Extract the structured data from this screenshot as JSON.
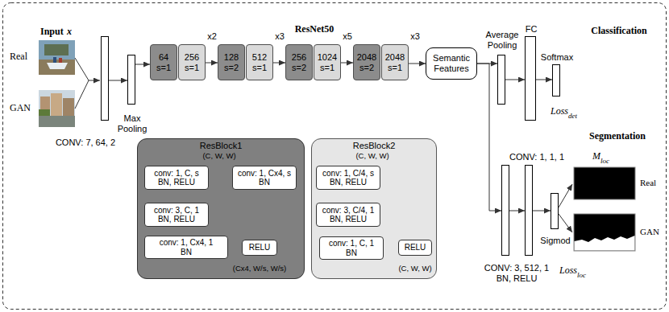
{
  "diagram": {
    "nodes": [
      {
        "text": [
          "CONV: 7, 64, 2"
        ]
      },
      {
        "text": [
          "Max Pooling"
        ]
      },
      {
        "text": [
          "64",
          "s=1"
        ]
      },
      {
        "text": [
          "256",
          "s=1"
        ]
      },
      {
        "text": [
          "128",
          "s=2"
        ]
      },
      {
        "text": [
          "512",
          "s=1"
        ]
      },
      {
        "text": [
          "256",
          "s=2"
        ]
      },
      {
        "text": [
          "1024",
          "s=1"
        ]
      },
      {
        "text": [
          "2048",
          "s=2"
        ]
      },
      {
        "text": [
          "2048",
          "s=1"
        ]
      },
      {
        "text": [
          "Semantic Features"
        ]
      },
      {
        "text": [
          "Average Pooling"
        ]
      },
      {
        "text": [
          "FC"
        ]
      },
      {
        "text": [
          "Softmax"
        ]
      },
      {
        "text": [
          "CONV: 3, 512, 1 BN, RELU"
        ]
      },
      {
        "text": [
          "CONV: 1, 1, 1"
        ]
      },
      {
        "text": [
          "Sigmod"
        ]
      },
      {
        "text": [
          "ResBlock1"
        ]
      },
      {
        "text": [
          "conv: 1, C, s BN, RELU"
        ],
        "in": 17
      },
      {
        "text": [
          "conv: 1, Cx4, s BN"
        ],
        "in": 17
      },
      {
        "text": [
          "conv: 3, C, 1 BN, RELU"
        ],
        "in": 17
      },
      {
        "text": [
          "conv: 1, Cx4, 1 BN"
        ],
        "in": 17
      },
      {
        "text": [
          "RELU"
        ],
        "in": 17
      },
      {
        "text": [
          "ResBlock2"
        ]
      },
      {
        "text": [
          "conv: 1, C/4, s BN, RELU"
        ],
        "in": 23
      },
      {
        "text": [
          "conv: 3, C/4, 1 BN, RELU"
        ],
        "in": 23
      },
      {
        "text": [
          "conv: 1, C, 1 BN"
        ],
        "in": 23
      },
      {
        "text": [
          "RELU"
        ],
        "in": 23
      }
    ],
    "edges": [
      {
        "from": 0,
        "to": 1,
        "arrow": "to"
      },
      {
        "from": 1,
        "to": 2,
        "arrow": "to"
      },
      {
        "from": 3,
        "to": 4,
        "arrow": "to"
      },
      {
        "from": 5,
        "to": 6,
        "arrow": "to"
      },
      {
        "from": 7,
        "to": 8,
        "arrow": "to"
      },
      {
        "from": 9,
        "to": 10,
        "arrow": "to"
      },
      {
        "from": 10,
        "to": 11,
        "arrow": "to"
      },
      {
        "from": 11,
        "to": 12,
        "arrow": "to"
      },
      {
        "from": 12,
        "to": 13,
        "arrow": "to"
      },
      {
        "from": 10,
        "to": 14,
        "arrow": "to"
      },
      {
        "from": 14,
        "to": 15,
        "arrow": "to"
      },
      {
        "from": 15,
        "to": 16,
        "arrow": "to"
      },
      {
        "from": 18,
        "to": 20,
        "arrow": "to"
      },
      {
        "from": 20,
        "to": 21,
        "arrow": "to"
      },
      {
        "from": 21,
        "to": 22,
        "arrow": "to"
      },
      {
        "from": 19,
        "to": 22,
        "arrow": "to"
      },
      {
        "from": 24,
        "to": 25,
        "arrow": "to"
      },
      {
        "from": 25,
        "to": 26,
        "arrow": "to"
      },
      {
        "from": 26,
        "to": 27,
        "arrow": "to"
      }
    ],
    "labels": [
      "Input",
      "x",
      "Real",
      "GAN",
      "ResNet50",
      "x2",
      "x3",
      "x5",
      "x3",
      "Classification",
      "Loss",
      "det",
      "Segmentation",
      "M",
      "loc",
      "Real",
      "GAN",
      "Loss",
      "loc",
      "(C, W, W)",
      "(Cx4, W/s, W/s)",
      "(C, W, W)",
      "(C, W, W)"
    ]
  }
}
